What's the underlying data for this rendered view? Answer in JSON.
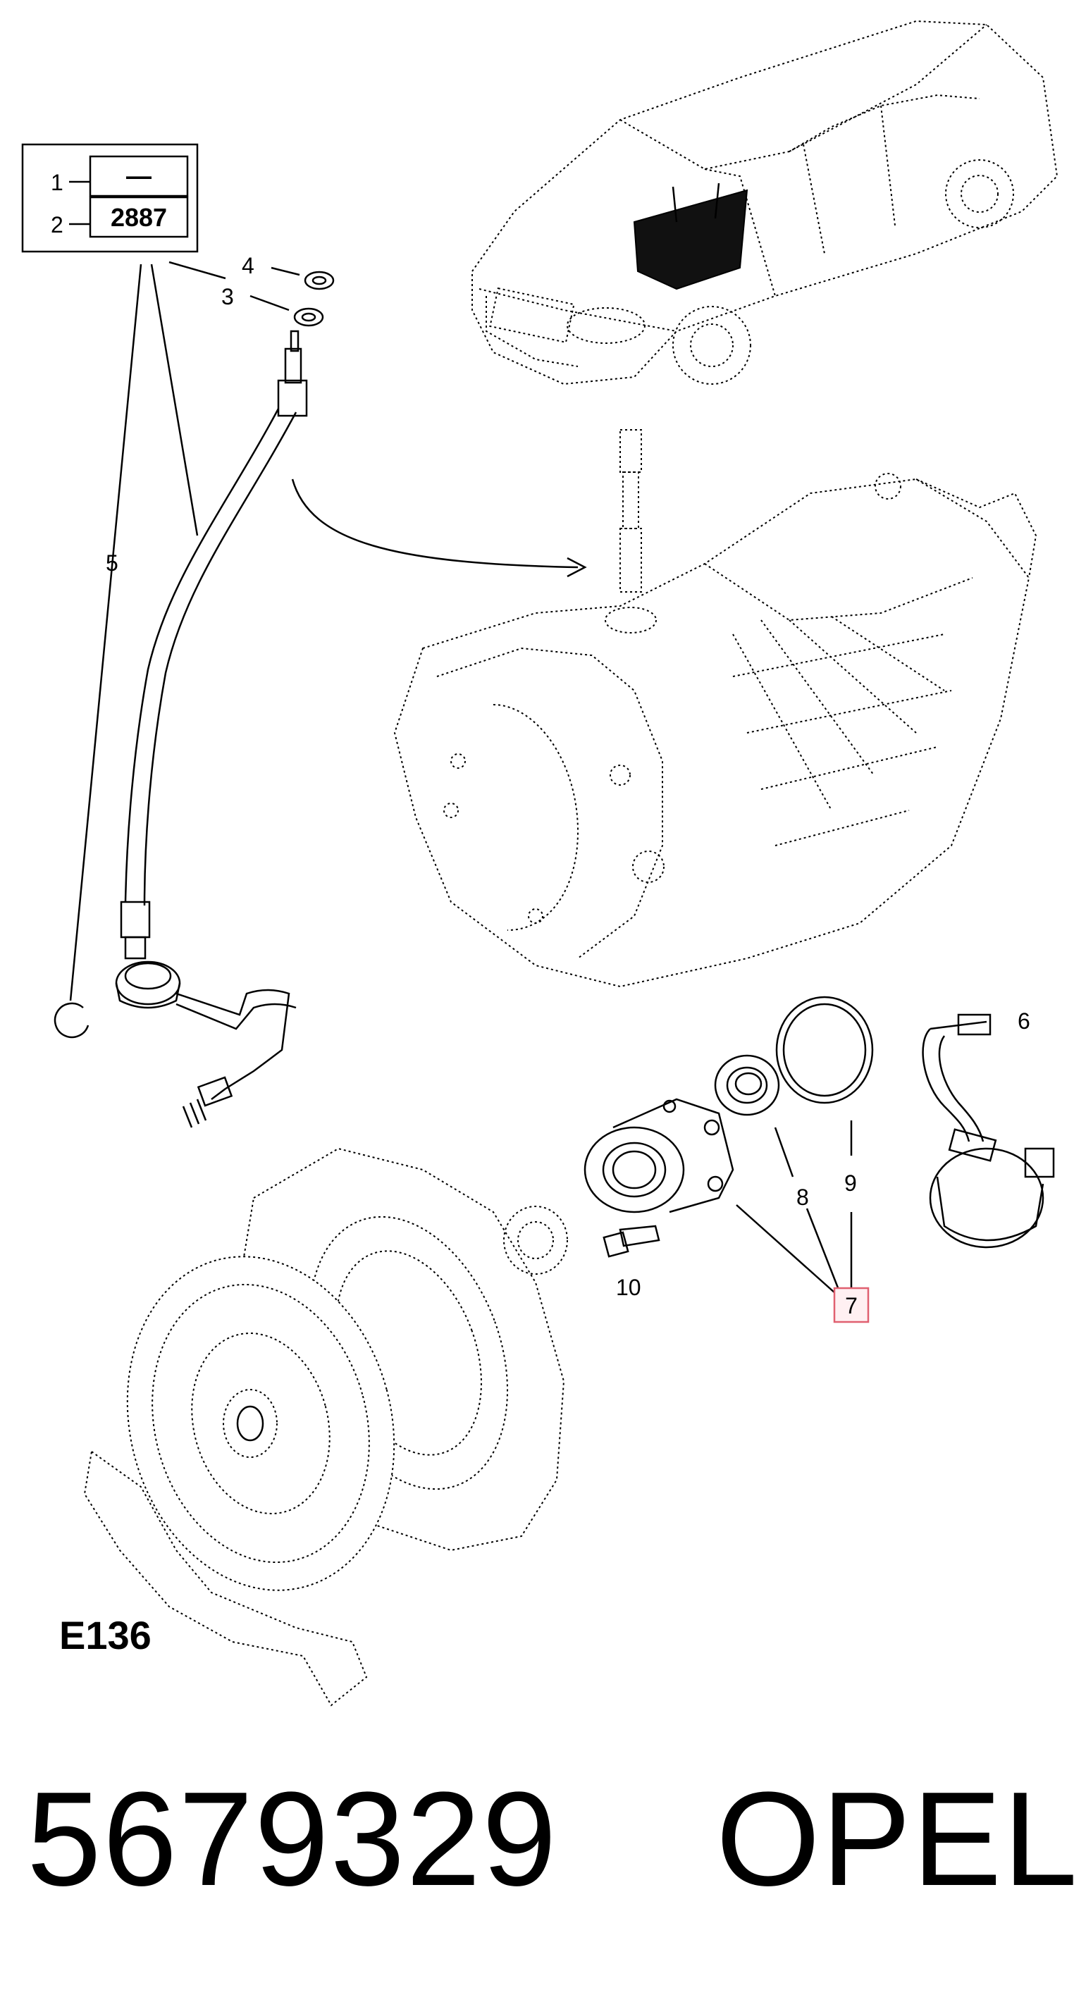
{
  "legend": {
    "row1_number": "1",
    "row1_value": "—",
    "row2_number": "2",
    "row2_value": "2887"
  },
  "callouts": {
    "c3": "3",
    "c4": "4",
    "c5": "5",
    "c6": "6",
    "c7": "7",
    "c8": "8",
    "c9": "9",
    "c10": "10"
  },
  "figure_code": "E136",
  "footer": {
    "part_number": "5679329",
    "brand": "OPEL"
  },
  "colors": {
    "highlight_box": "#e06070",
    "line": "#000000",
    "background": "#ffffff"
  }
}
